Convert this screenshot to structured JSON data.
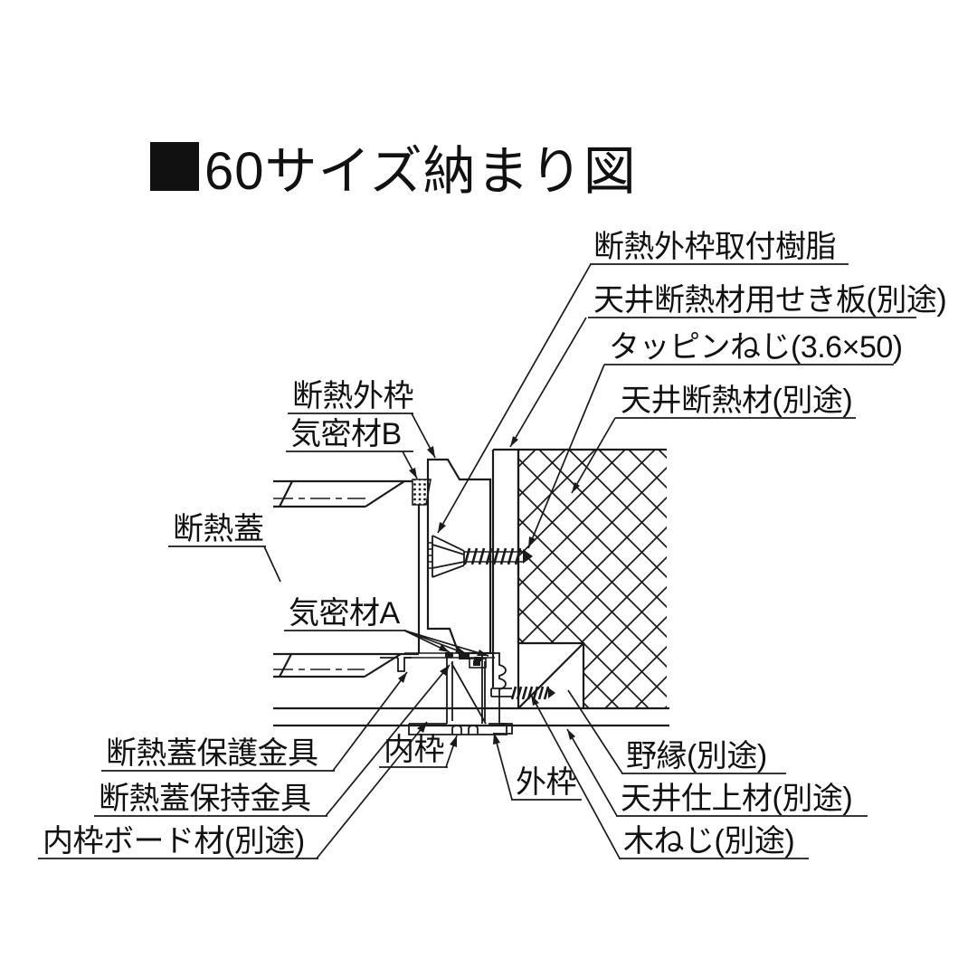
{
  "title": {
    "bullet_square": "black-square",
    "text": "60サイズ納まり図"
  },
  "colors": {
    "line": "#1a1a1a",
    "background": "#ffffff",
    "text": "#111111"
  },
  "labels": {
    "frame_mount_resin": "断熱外枠取付樹脂",
    "sekiita": "天井断熱材用せき板(別途)",
    "tapping_screw": "タッピンねじ(3.6×50)",
    "ceiling_insulation": "天井断熱材(別途)",
    "insulated_outer_frame": "断熱外枠",
    "gasket_b": "気密材B",
    "insulation_lid": "断熱蓋",
    "gasket_a": "気密材A",
    "lid_protect_fitting": "断熱蓋保護金具",
    "lid_hold_fitting": "断熱蓋保持金具",
    "inner_frame_board": "内枠ボード材(別途)",
    "inner_frame": "内枠",
    "outer_frame": "外枠",
    "furring_strip": "野縁(別途)",
    "ceiling_finish": "天井仕上材(別途)",
    "wood_screw": "木ねじ(別途)"
  }
}
